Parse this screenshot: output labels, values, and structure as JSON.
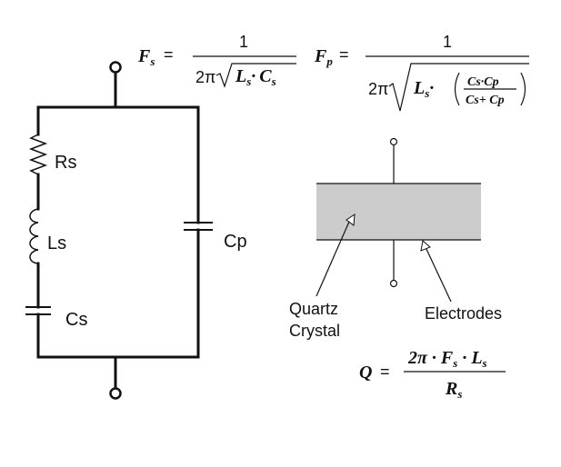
{
  "circuit": {
    "labels": {
      "rs": "Rs",
      "ls": "Ls",
      "cs": "Cs",
      "cp": "Cp"
    }
  },
  "crystal": {
    "labels": {
      "quartz_line1": "Quartz",
      "quartz_line2": "Crystal",
      "electrodes": "Electrodes"
    },
    "colors": {
      "crystal_fill": "#cccccc"
    }
  },
  "equations": {
    "fs": {
      "lhs": "F",
      "lhs_sub": "s",
      "equals": "=",
      "numerator": "1",
      "two_pi": "2π",
      "radicand_l": "L",
      "radicand_l_sub": "s",
      "dot": "·",
      "radicand_c": "C",
      "radicand_c_sub": "s"
    },
    "fp": {
      "lhs": "F",
      "lhs_sub": "p",
      "equals": "=",
      "numerator": "1",
      "two_pi": "2π",
      "radicand_l": "L",
      "radicand_l_sub": "s",
      "dot": "·",
      "inner_num": "Cs·Cp",
      "inner_den": "Cs+ Cp"
    },
    "q": {
      "lhs": "Q",
      "equals": "=",
      "numerator": "2π · F",
      "num_sub1": "s",
      "num_mid": " · L",
      "num_sub2": "s",
      "denominator": "R",
      "den_sub": "s"
    }
  }
}
